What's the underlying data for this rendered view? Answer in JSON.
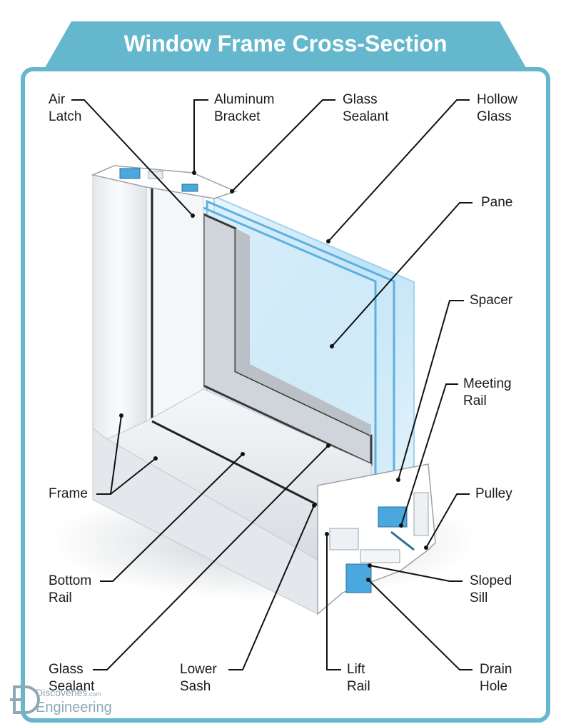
{
  "title": "Window Frame Cross-Section",
  "colors": {
    "accent": "#64b7cc",
    "frame_light": "#f3f5f7",
    "frame_shade": "#d9dde2",
    "glass": "#bfe3f7",
    "glass_edge": "#5fb0de",
    "label_text": "#1a1a1a",
    "leader": "#111111"
  },
  "labels": {
    "air_latch": "Air\nLatch",
    "aluminum_bracket": "Aluminum\nBracket",
    "glass_sealant_top": "Glass\nSealant",
    "hollow_glass": "Hollow\nGlass",
    "pane": "Pane",
    "spacer": "Spacer",
    "meeting_rail": "Meeting\nRail",
    "frame": "Frame",
    "pulley": "Pulley",
    "bottom_rail": "Bottom\nRail",
    "sloped_sill": "Sloped\nSill",
    "glass_sealant_bottom": "Glass\nSealant",
    "lower_sash": "Lower\nSash",
    "lift_rail": "Lift\nRail",
    "drain_hole": "Drain\nHole"
  },
  "watermark": {
    "icon": "ed-logo-icon",
    "line1": "Discoveries",
    "line1_suffix": ".com",
    "line2": "Engineering"
  }
}
